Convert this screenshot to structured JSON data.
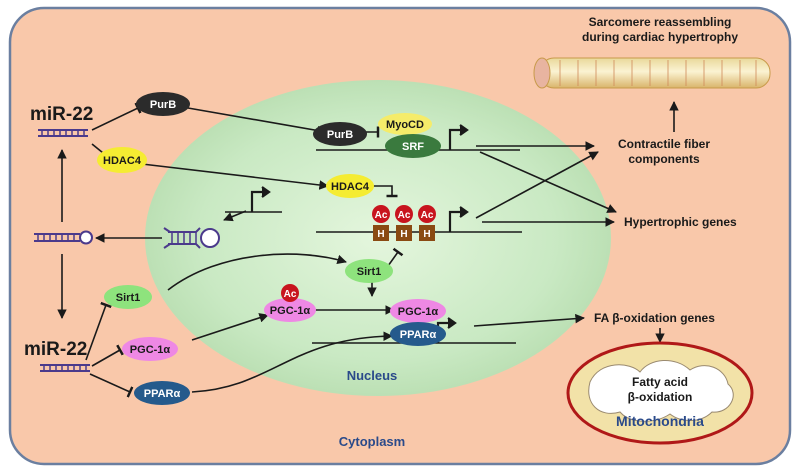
{
  "labels": {
    "mir22_top": "miR-22",
    "mir22_bottom": "miR-22",
    "purb_cyto": "PurB",
    "purb_nuc": "PurB",
    "hdac4_cyto": "HDAC4",
    "hdac4_nuc": "HDAC4",
    "myocd": "MyoCD",
    "srf": "SRF",
    "sirt1_cyto": "Sirt1",
    "sirt1_nuc": "Sirt1",
    "pgc1a_cyto": "PGC-1α",
    "pgc1a_nuc_ac": "PGC-1α",
    "pgc1a_nuc": "PGC-1α",
    "ppara_cyto": "PPARα",
    "ppara_nuc": "PPARα",
    "ac": "Ac",
    "h": "H",
    "sarcomere_line1": "Sarcomere reassembling",
    "sarcomere_line2": "during cardiac hypertrophy",
    "contractile_line1": "Contractile fiber",
    "contractile_line2": "components",
    "hypertrophic_genes": "Hypertrophic genes",
    "fa_beta_oxidation_genes": "FA β-oxidation genes",
    "fatty_acid_line1": "Fatty acid",
    "fatty_acid_line2": "β-oxidation",
    "mitochondria": "Mitochondria",
    "nucleus": "Nucleus",
    "cytoplasm": "Cytoplasm"
  },
  "colors": {
    "cytoplasm_fill": "#f9c8aa",
    "cell_border": "#6b7fa0",
    "nucleus_fill": "#c9e9c3",
    "purb": "#2b2b2b",
    "hdac4": "#f5ec32",
    "myocd": "#f5ec6a",
    "srf": "#3a7a3e",
    "sirt1": "#8ee37d",
    "pgc1a": "#ee88e4",
    "ppara": "#255a8c",
    "ac": "#c8141e",
    "h": "#8a4a12",
    "mirna": "#4b3a8c",
    "mito_border": "#b01818",
    "label_blue": "#2a4a8a"
  },
  "icons": {
    "promoter_flag": "promoter-arrow-icon",
    "mirna_hairpin": "mirna-hairpin-icon",
    "mirna_duplex": "mirna-duplex-icon",
    "sarcomere": "sarcomere-fiber-icon",
    "mitochondria": "mitochondria-icon"
  }
}
